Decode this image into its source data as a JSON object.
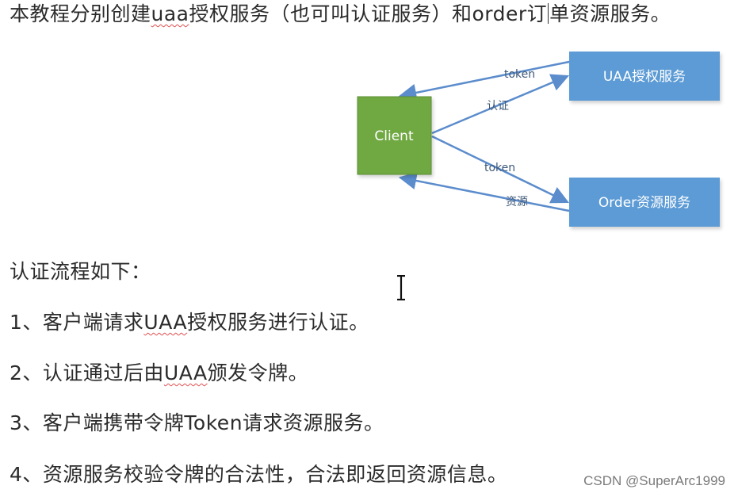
{
  "intro": {
    "part1": "本教程分别创建",
    "uaa_lower": "uaa",
    "part2": "授权服务（也可叫认证服务）和order订",
    "part3": "单资源服务。"
  },
  "diagram": {
    "client_label": "Client",
    "uaa_label": "UAA授权服务",
    "order_label": "Order资源服务",
    "edge_token_top": "token",
    "edge_auth": "认证",
    "edge_token_bottom": "token",
    "edge_resource": "资源",
    "colors": {
      "client": "#6fa843",
      "service": "#5b9bd5",
      "arrow": "#5b8ccc"
    }
  },
  "flow_title": "认证流程如下：",
  "steps": [
    {
      "pre": "1、客户端请求",
      "uaa": "UAA",
      "post": "授权服务进行认证。"
    },
    {
      "pre": "2、认证通过后由",
      "uaa": "UAA",
      "post": "颁发令牌。"
    },
    {
      "text": "3、客户端携带令牌Token请求资源服务。"
    },
    {
      "text": "4、资源服务校验令牌的合法性，合法即返回资源信息。"
    }
  ],
  "watermark": "CSDN @SuperArc1999",
  "cursor_icon": "text-cursor-icon"
}
